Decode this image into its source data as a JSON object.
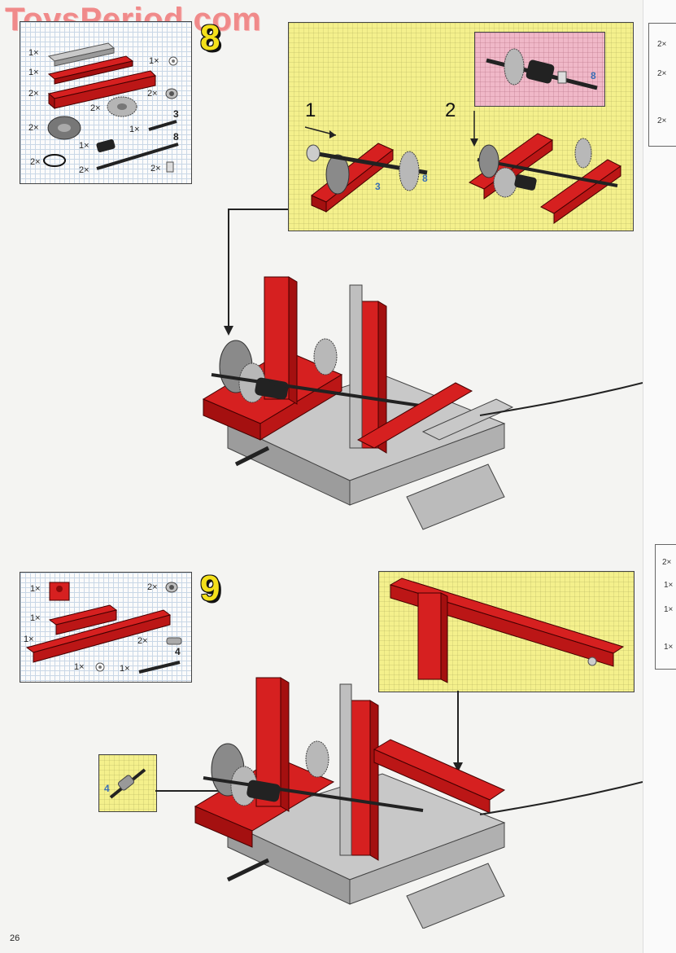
{
  "watermark": "ToysPeriod.com",
  "page_number": "26",
  "step8": {
    "number": "8",
    "parts": [
      {
        "qty": "1×",
        "name": "grey beam"
      },
      {
        "qty": "1×",
        "name": "red beam"
      },
      {
        "qty": "2×",
        "name": "red beam long"
      },
      {
        "qty": "1×",
        "name": "cog small"
      },
      {
        "qty": "2×",
        "name": "bush"
      },
      {
        "qty": "2×",
        "name": "gear 24"
      },
      {
        "qty": "2×",
        "name": "pulley wheel"
      },
      {
        "qty": "1×",
        "name": "axle 3"
      },
      {
        "qty": "1×",
        "name": "worm gear"
      },
      {
        "qty": "2×",
        "name": "rubber band"
      },
      {
        "qty": "2×",
        "name": "axle 8"
      },
      {
        "qty": "2×",
        "name": "half bush"
      }
    ],
    "axle_labels": [
      "3",
      "8"
    ],
    "substep1": "1",
    "substep2": "2",
    "callout_labels": {
      "a": "3",
      "b": "8",
      "c": "8"
    }
  },
  "step9": {
    "number": "9",
    "parts": [
      {
        "qty": "1×",
        "name": "red brick"
      },
      {
        "qty": "2×",
        "name": "bush"
      },
      {
        "qty": "1×",
        "name": "red beam"
      },
      {
        "qty": "1×",
        "name": "red beam long"
      },
      {
        "qty": "2×",
        "name": "connector"
      },
      {
        "qty": "1×",
        "name": "cog small"
      },
      {
        "qty": "1×",
        "name": "axle 4"
      }
    ],
    "axle_label": "4",
    "callout_label": "4"
  },
  "right_edge": {
    "top_box": [
      "2×",
      "2×",
      "2×"
    ],
    "bottom_box": [
      "2×",
      "1×",
      "1×",
      "1×"
    ]
  },
  "colors": {
    "red": "#cc1a1a",
    "grey": "#b8b8b8",
    "yellow_panel": "#f4f08c",
    "pink_panel": "#f0b8c8",
    "step_yellow": "#f4e01a",
    "blue_label": "#3a6fb5"
  }
}
